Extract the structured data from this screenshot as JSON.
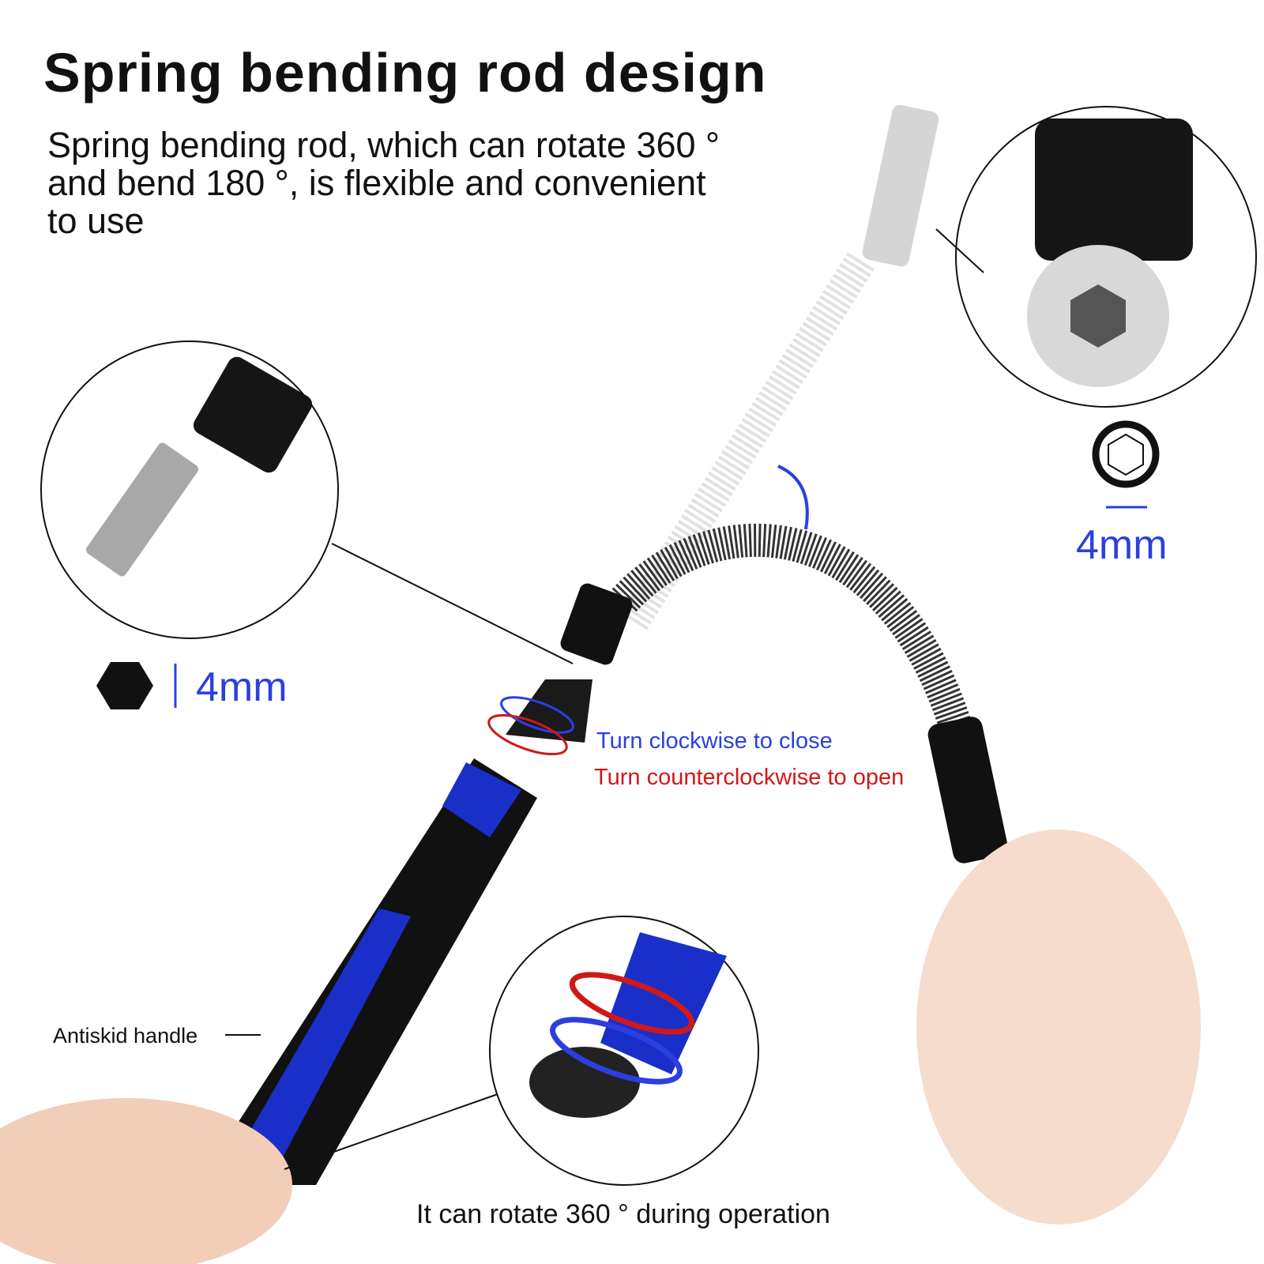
{
  "title": "Spring bending rod design",
  "subtitle": "Spring bending rod, which can rotate 360 ° and bend 180 °, is flexible and convenient to use",
  "labels": {
    "clockwise": "Turn clockwise to close",
    "counterclockwise": "Turn counterclockwise to open",
    "hex_socket_size": "4mm",
    "hex_bit_size": "4mm",
    "antiskid": "Antiskid handle",
    "rotate": "It can rotate 360 ° during operation"
  },
  "colors": {
    "accent_blue": "#2b3fe0",
    "accent_red": "#d01818",
    "handle_blue": "#1a2fc8"
  }
}
